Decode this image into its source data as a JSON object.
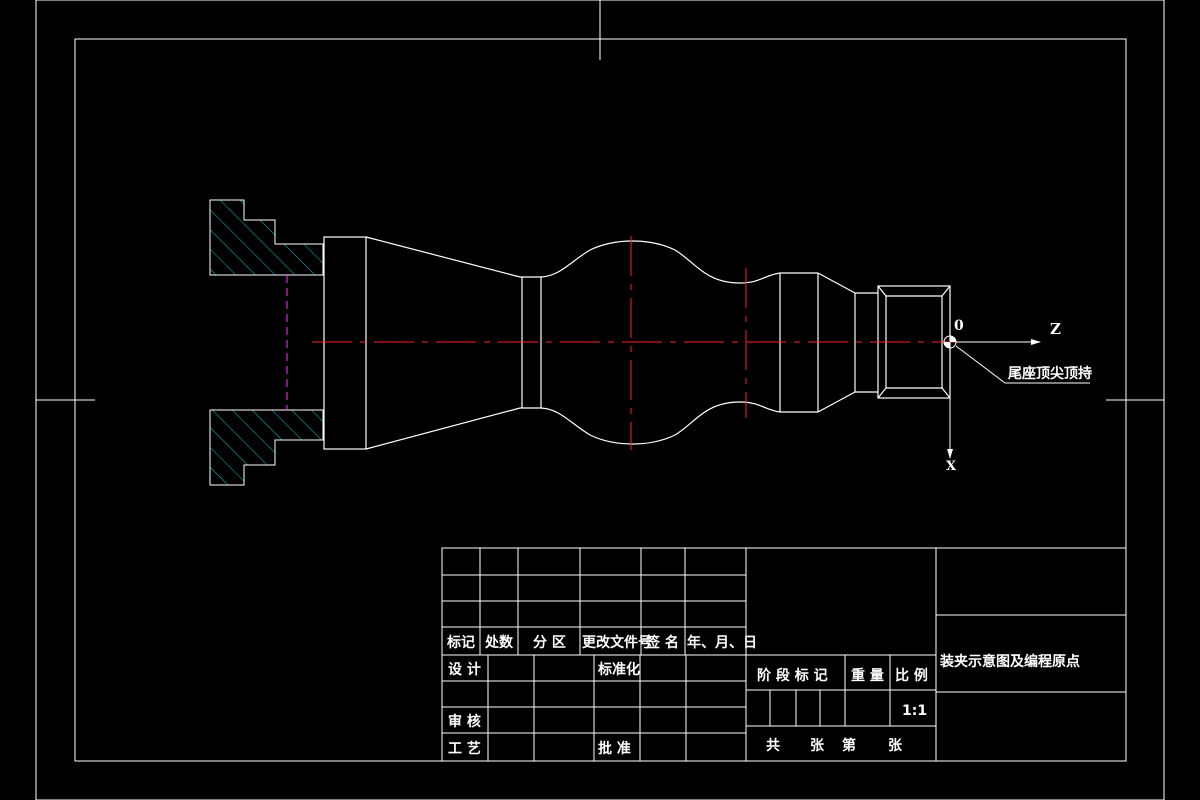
{
  "axes": {
    "z": "Z",
    "x": "X",
    "origin": "0"
  },
  "annotation": "尾座顶尖顶持",
  "title_block": {
    "title": "装夹示意图及编程原点",
    "headers": {
      "mark": "标记",
      "count": "处数",
      "zone": "分 区",
      "doc_no": "更改文件号",
      "sign": "签 名",
      "date": "年、月、日"
    },
    "design": "设 计",
    "standard": "标准化",
    "review": "审 核",
    "process": "工 艺",
    "approve": "批 准",
    "stage_mark": "阶 段 标 记",
    "weight": "重 量",
    "ratio_label": "比 例",
    "ratio": "1:1",
    "total": "共",
    "sheets": "张",
    "page_no": "第",
    "sheet2": "张"
  },
  "colors": {
    "hatch": "#00c8c8",
    "centerline": "#ff2020",
    "hidden": "#ff30ff",
    "lines": "#ffffff"
  }
}
